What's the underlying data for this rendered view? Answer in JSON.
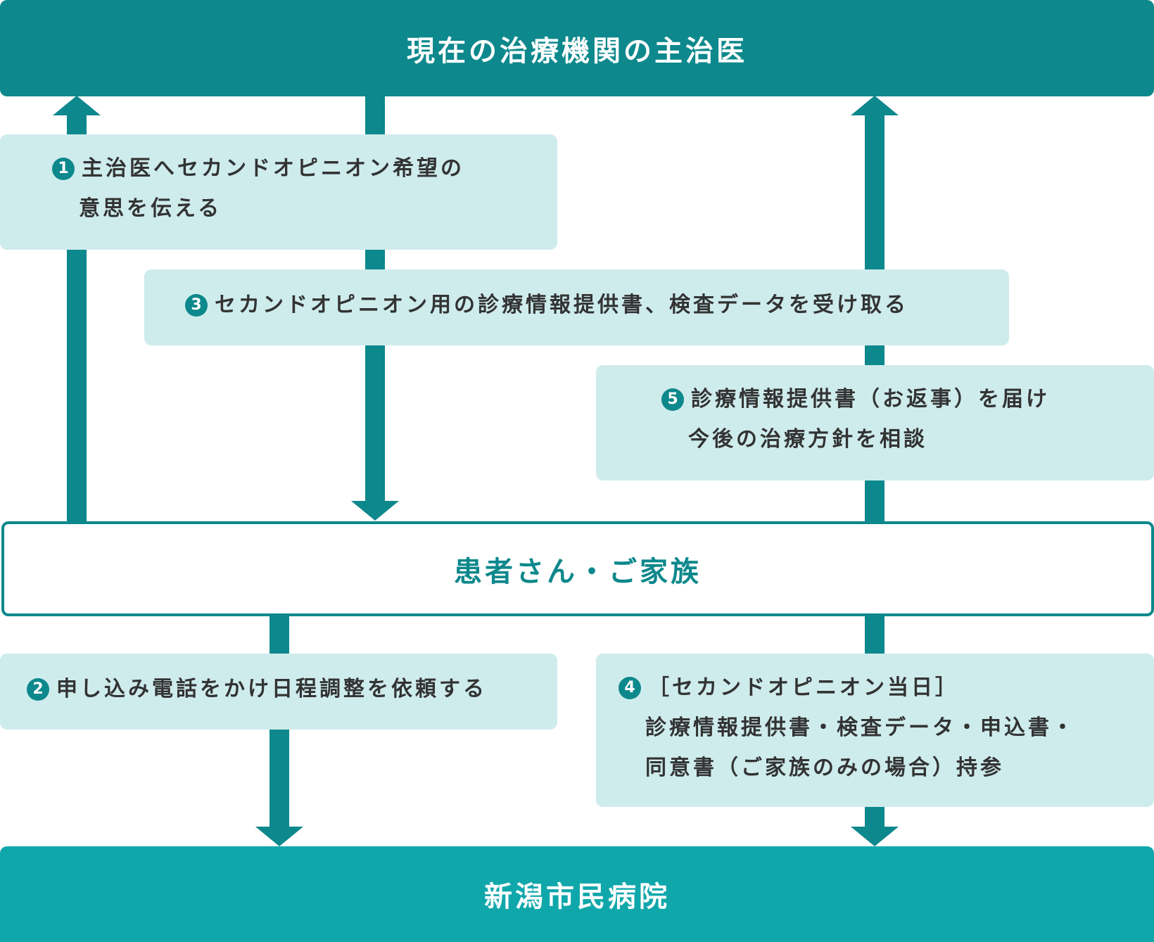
{
  "top": {
    "label": "現在の治療機関の主治医"
  },
  "middle": {
    "label": "患者さん・ご家族"
  },
  "bottom": {
    "label": "新潟市民病院"
  },
  "steps": [
    {
      "number": "1",
      "lines": [
        "主治医へセカンドオピニオン希望の",
        "意思を伝える"
      ]
    },
    {
      "number": "2",
      "lines": [
        "申し込み電話をかけ日程調整を依頼する"
      ]
    },
    {
      "number": "3",
      "lines": [
        "セカンドオピニオン用の診療情報提供書、検査データを受け取る"
      ]
    },
    {
      "number": "4",
      "lines": [
        "［セカンドオピニオン当日］",
        "診療情報提供書・検査データ・申込書・",
        "同意書（ご家族のみの場合）持参"
      ]
    },
    {
      "number": "5",
      "lines": [
        "診療情報提供書（お返事）を届け",
        "今後の治療方針を相談"
      ]
    }
  ],
  "colors": {
    "teal_dark": "#0d888c",
    "teal_bright": "#10a7ab",
    "step_fill": "#cfeced",
    "text": "#333333"
  }
}
